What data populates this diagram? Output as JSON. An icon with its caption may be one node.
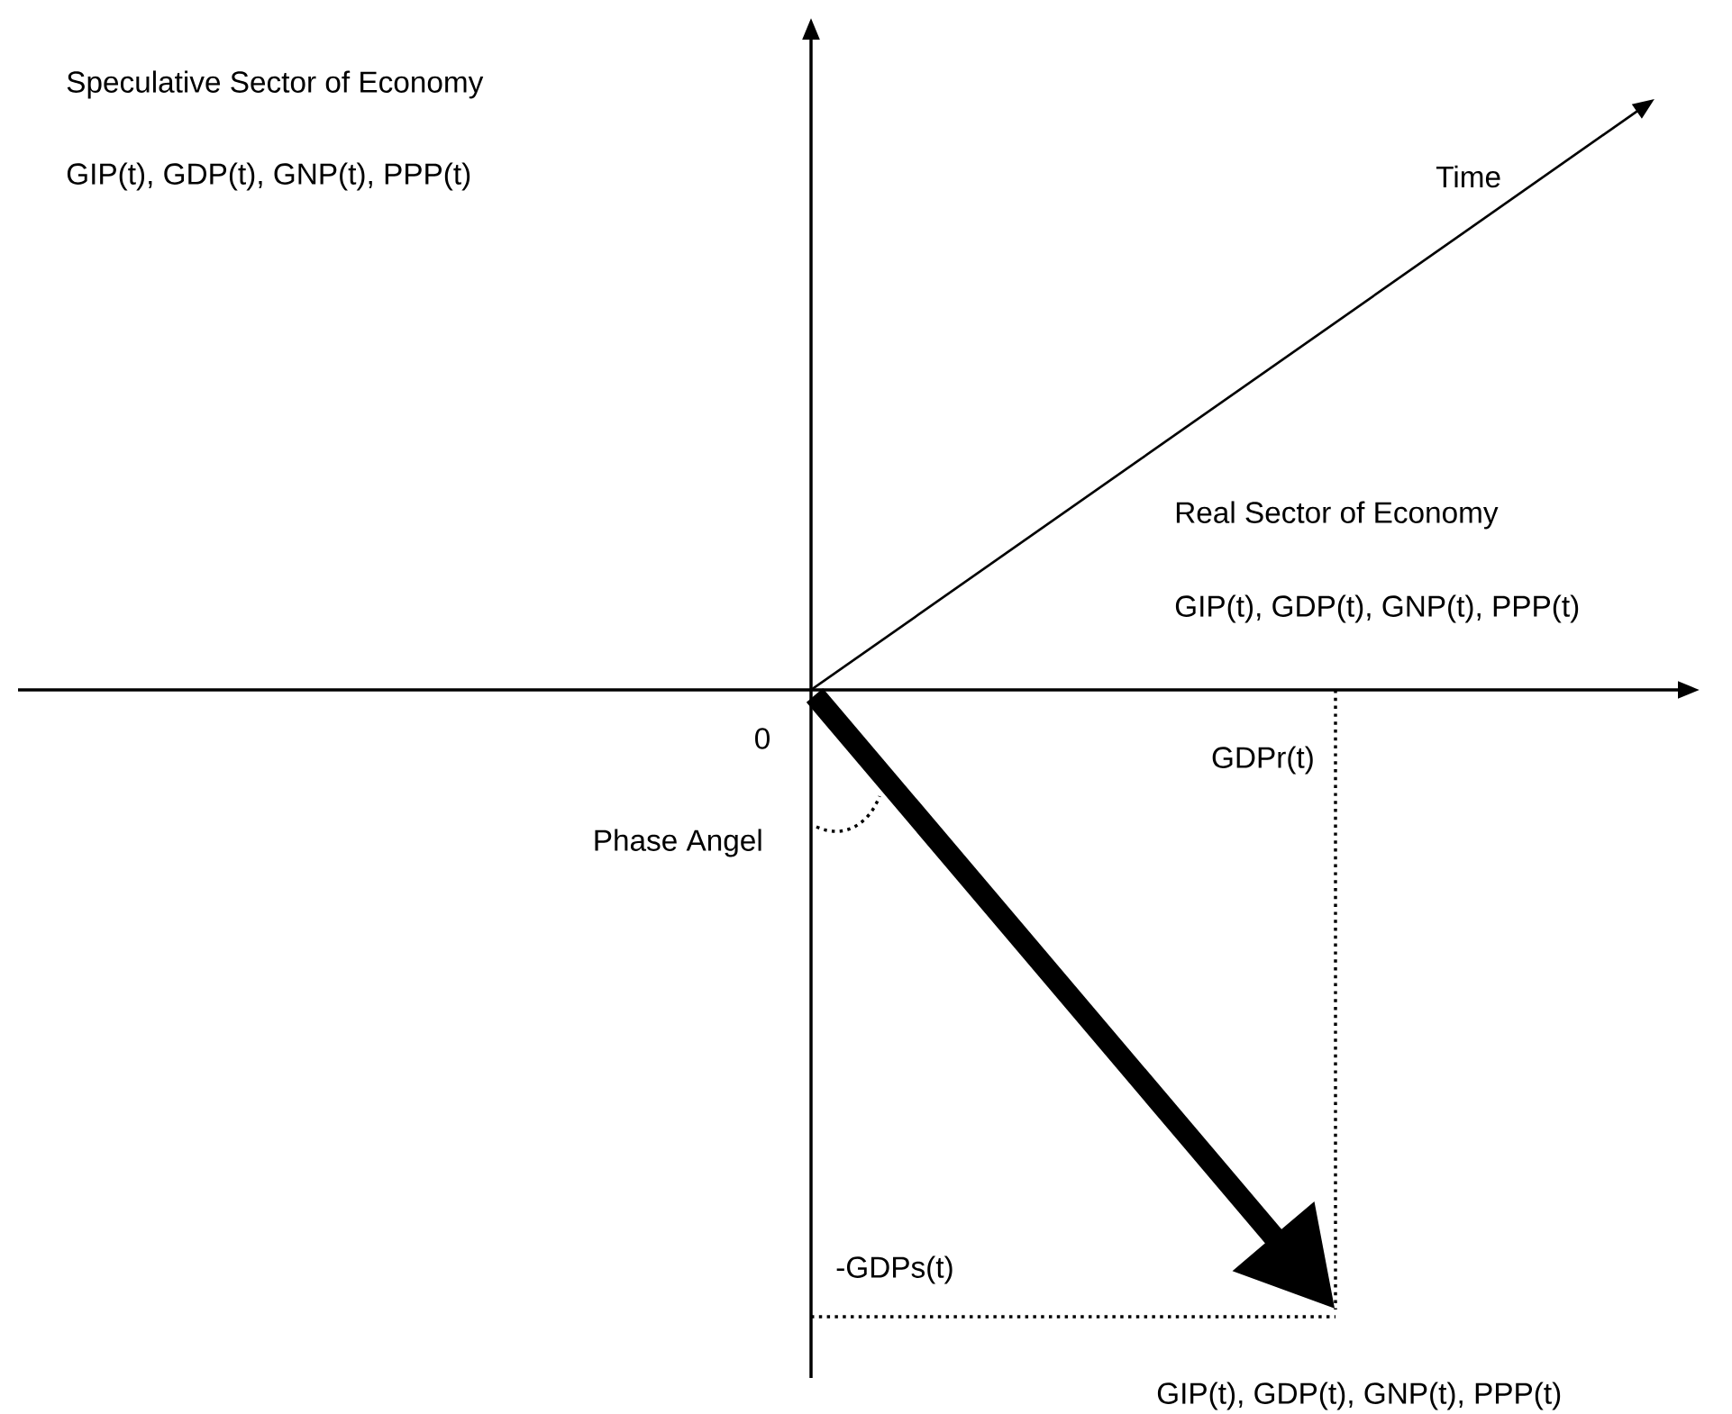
{
  "diagram": {
    "labels": [
      "Speculative Sector of Economy",
      "GIP(t), GDP(t), GNP(t), PPP(t)",
      "Time",
      "Real Sector of Economy",
      "GIP(t), GDP(t), GNP(t), PPP(t)",
      "0",
      "GDPr(t)",
      "Phase Angel",
      "-GDPs(t)",
      "GIP(t), GDP(t), GNP(t), PPP(t)"
    ]
  }
}
